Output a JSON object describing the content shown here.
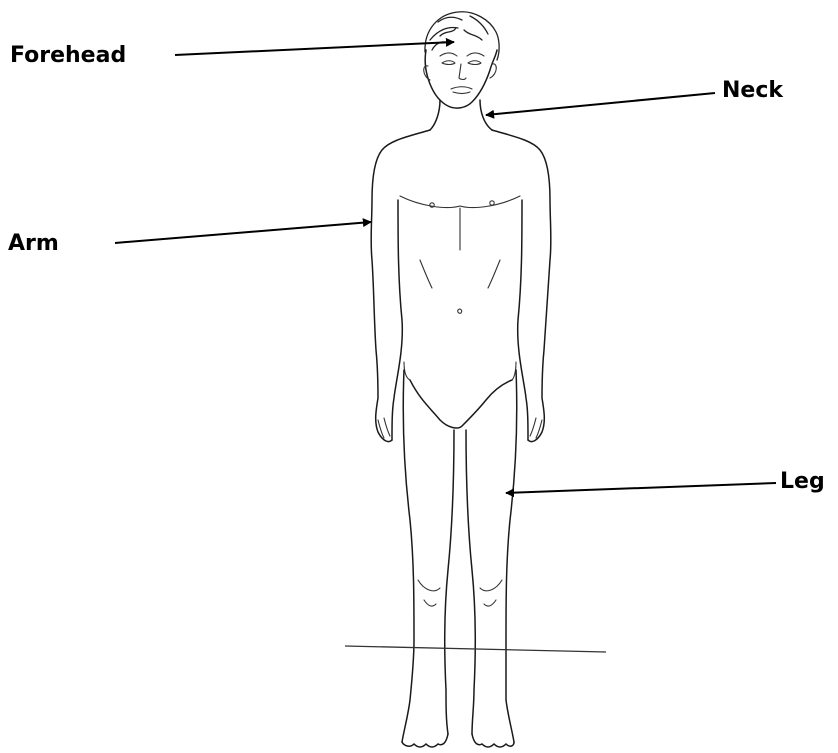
{
  "labels": {
    "forehead": "Forehead",
    "neck": "Neck",
    "arm": "Arm",
    "leg": "Leg"
  },
  "colors": {
    "background": "#ffffff",
    "ink": "#000000"
  }
}
